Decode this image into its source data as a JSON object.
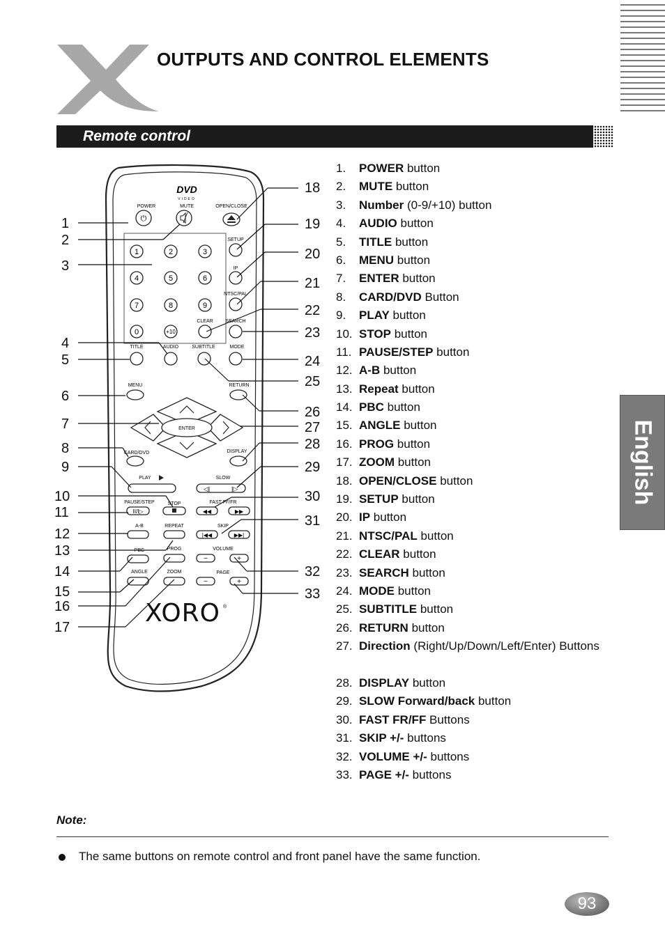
{
  "header": {
    "title": "OUTPUTS AND CONTROL ELEMENTS",
    "section": "Remote control",
    "language_tab": "English"
  },
  "remote": {
    "dvd_logo": "DVD",
    "dvd_sub": "VIDEO",
    "brand": "XORO",
    "labels": {
      "power": "POWER",
      "mute": "MUTE",
      "open_close": "OPEN/CLOSE",
      "setup": "SETUP",
      "ip": "IP",
      "ntsc_pal": "NTSC/PAL",
      "clear": "CLEAR",
      "search": "SEARCH",
      "title": "TITLE",
      "audio": "AUDIO",
      "subtitle": "SUBTITLE",
      "mode": "MODE",
      "menu": "MENU",
      "return": "RETURN",
      "enter": "ENTER",
      "card_dvd": "CARD/DVD",
      "display": "DISPLAY",
      "play": "PLAY",
      "slow": "SLOW",
      "pause_step": "PAUSE/STEP",
      "stop": "STOP",
      "fast": "FAST  FF/FR",
      "a_b": "A-B",
      "repeat": "REPEAT",
      "skip": "SKIP",
      "pbc": "PBC",
      "prog": "PROG",
      "volume": "VOLUME",
      "angle": "ANGLE",
      "zoom": "ZOOM",
      "page": "PAGE"
    },
    "digits": [
      "1",
      "2",
      "3",
      "4",
      "5",
      "6",
      "7",
      "8",
      "9",
      "0",
      "+10"
    ],
    "minus": "−",
    "plus": "+"
  },
  "callouts_left": [
    "1",
    "2",
    "3",
    "4",
    "5",
    "6",
    "7",
    "8",
    "9",
    "10",
    "11",
    "12",
    "13",
    "14",
    "15",
    "16",
    "17"
  ],
  "callouts_right": [
    "18",
    "19",
    "20",
    "21",
    "22",
    "23",
    "24",
    "25",
    "26",
    "27",
    "28",
    "29",
    "30",
    "31",
    "32",
    "33"
  ],
  "items": [
    {
      "n": "1.",
      "bold": "POWER",
      "rest": " button"
    },
    {
      "n": "2.",
      "bold": "MUTE",
      "rest": " button"
    },
    {
      "n": "3.",
      "bold": "Number",
      "rest": " (0-9/+10) button"
    },
    {
      "n": "4.",
      "bold": "AUDIO",
      "rest": " button"
    },
    {
      "n": "5.",
      "bold": "TITLE",
      "rest": " button"
    },
    {
      "n": "6.",
      "bold": "MENU",
      "rest": " button"
    },
    {
      "n": "7.",
      "bold": "ENTER",
      "rest": " button"
    },
    {
      "n": "8.",
      "bold": "CARD/DVD",
      "rest": " Button"
    },
    {
      "n": "9.",
      "bold": "PLAY",
      "rest": " button"
    },
    {
      "n": "10.",
      "bold": "STOP",
      "rest": " button"
    },
    {
      "n": "11.",
      "bold": "PAUSE/STEP",
      "rest": " button"
    },
    {
      "n": "12.",
      "bold": "A-B",
      "rest": " button"
    },
    {
      "n": "13.",
      "bold": "Repeat",
      "rest": " button"
    },
    {
      "n": "14.",
      "bold": "PBC",
      "rest": " button"
    },
    {
      "n": "15.",
      "bold": "ANGLE",
      "rest": " button"
    },
    {
      "n": "16.",
      "bold": "PROG",
      "rest": " button"
    },
    {
      "n": "17.",
      "bold": "ZOOM",
      "rest": " button"
    },
    {
      "n": "18.",
      "bold": "OPEN/CLOSE",
      "rest": " button"
    },
    {
      "n": "19.",
      "bold": "SETUP",
      "rest": " button"
    },
    {
      "n": "20.",
      "bold": "IP",
      "rest": " button"
    },
    {
      "n": "21.",
      "bold": "NTSC/PAL",
      "rest": " button"
    },
    {
      "n": "22.",
      "bold": "CLEAR",
      "rest": " button"
    },
    {
      "n": "23.",
      "bold": "SEARCH",
      "rest": " button"
    },
    {
      "n": "24.",
      "bold": "MODE",
      "rest": " button"
    },
    {
      "n": "25.",
      "bold": "SUBTITLE",
      "rest": " button"
    },
    {
      "n": "26.",
      "bold": "RETURN",
      "rest": " button"
    },
    {
      "n": "27.",
      "bold": "Direction",
      "rest": " (Right/Up/Down/Left/Enter) Buttons"
    },
    {
      "n": "28.",
      "bold": "DISPLAY",
      "rest": " button"
    },
    {
      "n": "29.",
      "bold": "SLOW Forward/back",
      "rest": " button"
    },
    {
      "n": "30.",
      "bold": "FAST FR/FF",
      "rest": " Buttons"
    },
    {
      "n": "31.",
      "bold": "SKIP +/-",
      "rest": " buttons"
    },
    {
      "n": "32.",
      "bold": "VOLUME +/-",
      "rest": " buttons"
    },
    {
      "n": "33.",
      "bold": "PAGE +/-",
      "rest": " buttons"
    }
  ],
  "note": {
    "label": "Note:",
    "text": "The same buttons on remote control and front panel have the same function."
  },
  "page_number": "93"
}
